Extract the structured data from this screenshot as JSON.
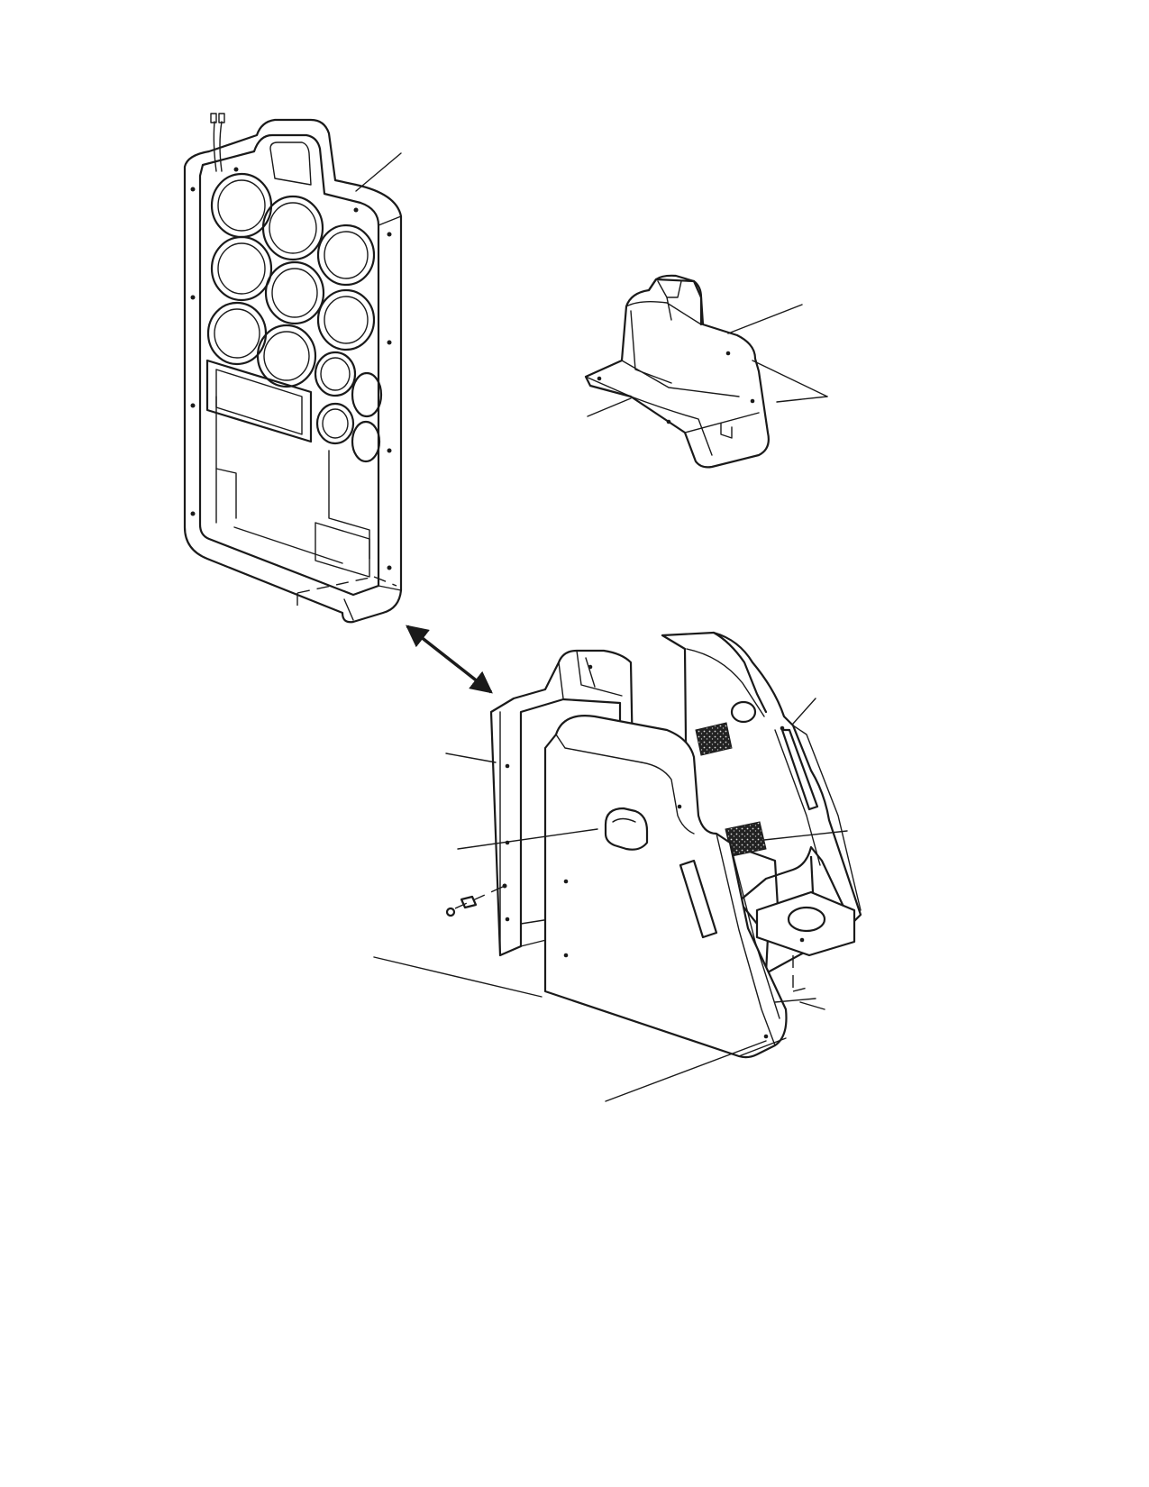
{
  "colors": {
    "line": "#1a1a1a",
    "background": "#ffffff",
    "decal": "#222222"
  },
  "diagram": {
    "components": [
      "instrument-panel-assembly",
      "steering-column-shroud",
      "lower-console-frame",
      "left-side-panel",
      "right-side-panel",
      "screw-and-washer"
    ]
  }
}
